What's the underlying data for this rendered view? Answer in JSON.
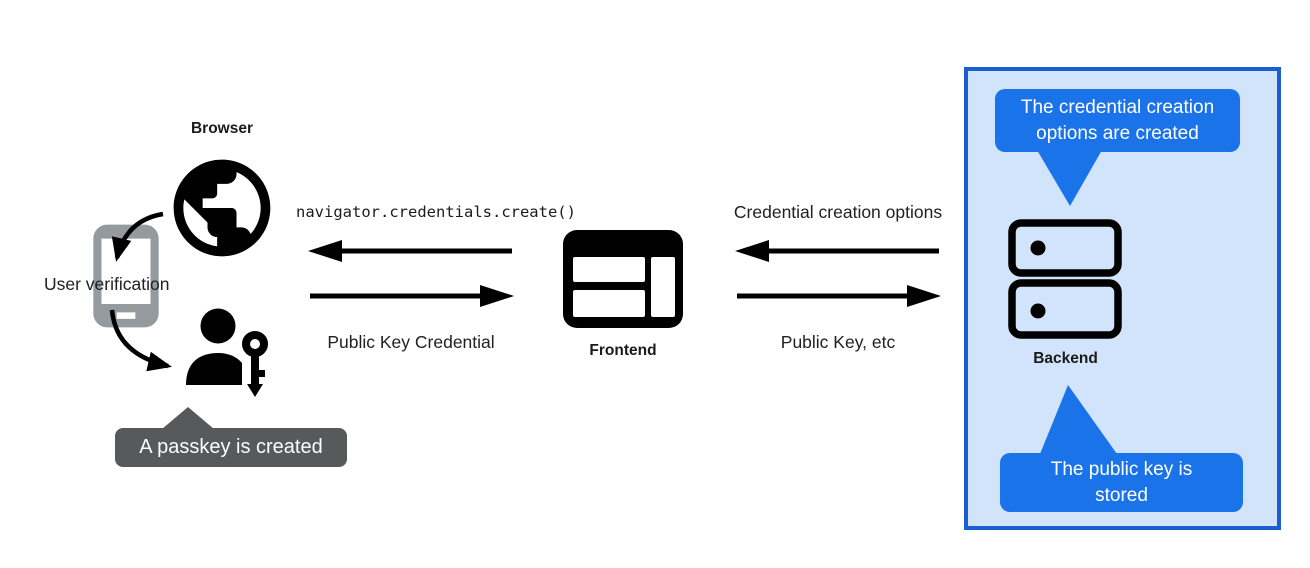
{
  "left": {
    "browser_label": "Browser",
    "user_verification_label": "User verification",
    "passkey_tooltip": "A passkey is created"
  },
  "center": {
    "code_call": "navigator.credentials.create()",
    "response_label": "Public Key Credential",
    "frontend_label": "Frontend"
  },
  "right": {
    "request_label": "Credential creation options",
    "response_label": "Public Key, etc"
  },
  "backend_panel": {
    "backend_label": "Backend",
    "top_bubble_lines": [
      "The credential creation",
      "options are created"
    ],
    "bottom_bubble_lines": [
      "The public key is",
      "stored"
    ]
  },
  "icons": {
    "browser": "globe-icon",
    "device": "smartphone-icon",
    "user": "person-with-key-icon",
    "frontend": "browser-window-icon",
    "backend": "server-stack-icon"
  },
  "colors": {
    "bubble_blue": "#1a73e8",
    "panel_border_blue": "#1a5fd0",
    "panel_fill_blue": "#d2e3fc",
    "tooltip_gray": "#58595b",
    "phone_gray": "#959a9f",
    "ink_black": "#000000"
  }
}
